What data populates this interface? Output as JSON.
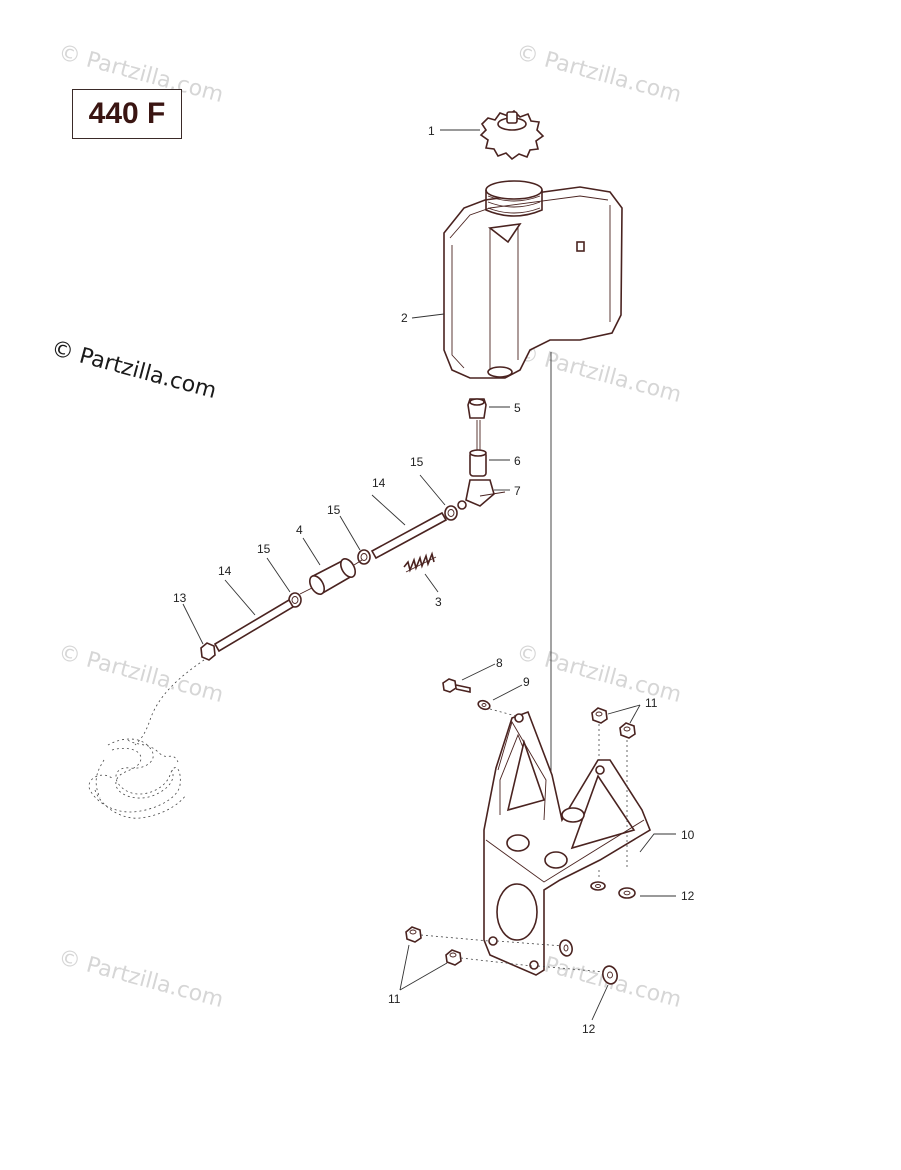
{
  "model_label": "440 F",
  "copyright": "© Partzilla.com",
  "watermark": "© Partzilla.com",
  "callouts": {
    "c1": "1",
    "c2": "2",
    "c3": "3",
    "c4": "4",
    "c5": "5",
    "c6": "6",
    "c7": "7",
    "c8": "8",
    "c9": "9",
    "c10": "10",
    "c11a": "11",
    "c11b": "11",
    "c12a": "12",
    "c12b": "12",
    "c13": "13",
    "c14a": "14",
    "c14b": "14",
    "c15a": "15",
    "c15b": "15",
    "c15c": "15"
  },
  "colors": {
    "line": "#4a2320",
    "text": "#222222",
    "watermark": "#d6d6d6"
  }
}
